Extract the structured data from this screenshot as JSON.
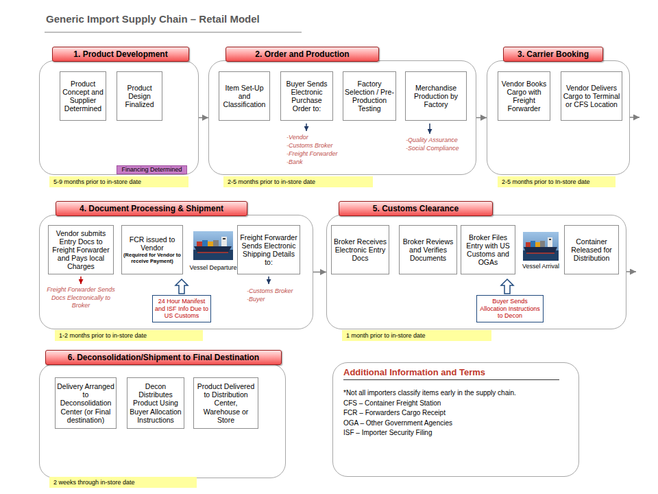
{
  "diagram": {
    "title": "Generic Import Supply Chain – Retail Model",
    "nodes": [
      {
        "text": [
          "1. Product Development"
        ]
      },
      {
        "text": [
          "Product Concept and Supplier Determined"
        ],
        "in": 0
      },
      {
        "text": [
          "Product Design Finalized"
        ],
        "in": 0
      },
      {
        "text": [
          "Financing Determined"
        ],
        "in": 0
      },
      {
        "text": [
          "5-9 months prior to in-store date"
        ]
      },
      {
        "text": [
          "2. Order and Production"
        ]
      },
      {
        "text": [
          "Item Set-Up and Classification"
        ],
        "in": 5
      },
      {
        "text": [
          "Buyer Sends Electronic Purchase Order to:"
        ],
        "in": 5
      },
      {
        "text": [
          "Factory Selection / Pre-Production Testing"
        ],
        "in": 5
      },
      {
        "text": [
          "Merchandise Production by Factory"
        ],
        "in": 5
      },
      {
        "text": [
          "2-5 months prior to in-store date"
        ]
      },
      {
        "text": [
          "3. Carrier Booking"
        ]
      },
      {
        "text": [
          "Vendor Books Cargo with Freight Forwarder"
        ],
        "in": 11
      },
      {
        "text": [
          "Vendor Delivers Cargo to Terminal or CFS Location"
        ],
        "in": 11
      },
      {
        "text": [
          "2-5 months prior to In-store date"
        ]
      },
      {
        "text": [
          "4. Document Processing & Shipment"
        ]
      },
      {
        "text": [
          "Vendor submits Entry Docs to Freight Forwarder and Pays local Charges"
        ],
        "in": 15
      },
      {
        "text": [
          "FCR issued to Vendor",
          "(Required for Vendor to receive Payment)"
        ],
        "in": 15
      },
      {
        "text": [
          "Freight Forwarder Sends Electronic Shipping Details to:"
        ],
        "in": 15
      },
      {
        "text": [
          "24 Hour Manifest and ISF Info Due to US Customs"
        ],
        "in": 15
      },
      {
        "text": [
          "1-2 months prior to in-store date"
        ]
      },
      {
        "text": [
          "5. Customs Clearance"
        ]
      },
      {
        "text": [
          "Broker Receives Electronic Entry Docs"
        ],
        "in": 21
      },
      {
        "text": [
          "Broker Reviews and Verifies Documents"
        ],
        "in": 21
      },
      {
        "text": [
          "Broker Files Entry with US Customs and OGAs"
        ],
        "in": 21
      },
      {
        "text": [
          "Container Released for Distribution"
        ],
        "in": 21
      },
      {
        "text": [
          "Buyer Sends Allocation Instructions to Decon"
        ],
        "in": 21
      },
      {
        "text": [
          "1 month prior to in-store date"
        ]
      },
      {
        "text": [
          "6. Deconsolidation/Shipment to Final Destination"
        ]
      },
      {
        "text": [
          "Delivery Arranged to Deconsolidation Center (or Final destination)"
        ],
        "in": 28
      },
      {
        "text": [
          "Decon Distributes Product Using Buyer Allocation Instructions"
        ],
        "in": 28
      },
      {
        "text": [
          "Product Delivered to Distribution Center, Warehouse or Store"
        ],
        "in": 28
      },
      {
        "text": [
          "2 weeks through in-store date"
        ]
      },
      {
        "text": [
          "Additional Information and Terms",
          "*Not all importers classify items early in the supply chain.",
          "CFS – Container Freight Station",
          "FCR – Forwarders Cargo Receipt",
          "OGA – Other Government Agencies",
          "ISF – Importer Security Filing"
        ]
      }
    ],
    "edges": [
      {
        "from": 0,
        "to": 5,
        "arrow": "to"
      },
      {
        "from": 5,
        "to": 11,
        "arrow": "to"
      },
      {
        "from": 15,
        "to": 21,
        "arrow": "to"
      }
    ],
    "labels": [
      "-Vendor",
      "-Customs Broker",
      "-Freight Forwarder",
      "-Bank",
      "-Quality Assurance",
      "-Social Compliance",
      "Freight Forwarder Sends Docs Electronically to Broker",
      "Vessel Departure",
      "-Customs Broker",
      "-Buyer",
      "Vessel Arrival"
    ]
  }
}
